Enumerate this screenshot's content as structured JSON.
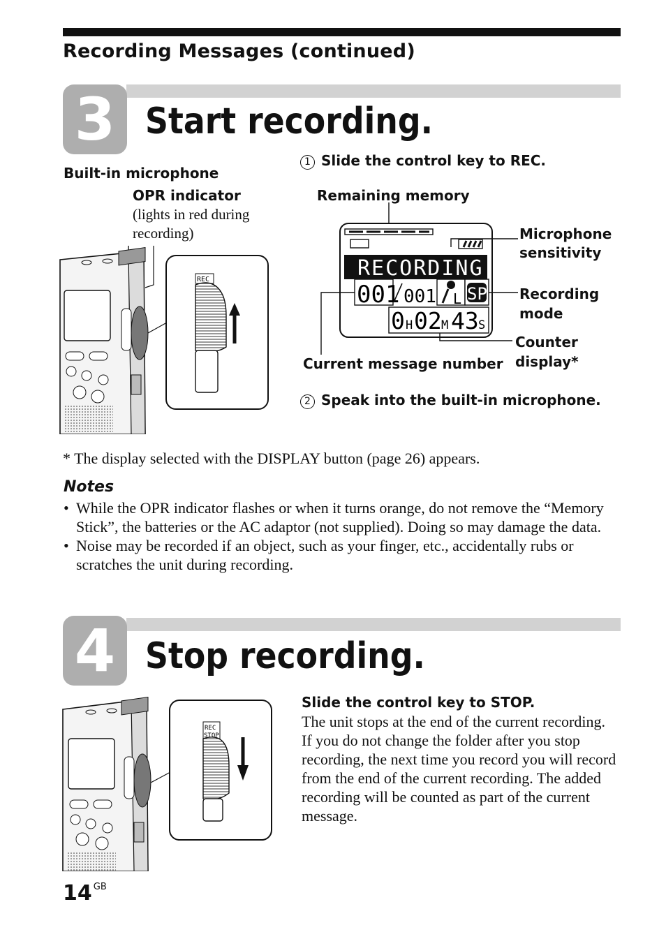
{
  "header": {
    "title": "Recording Messages (continued)"
  },
  "step3": {
    "number": "3",
    "heading": "Start recording.",
    "label_builtin_mic": "Built-in microphone",
    "label_opr": "OPR indicator",
    "label_opr_note": "(lights in red during recording)",
    "instruction1_num": "1",
    "instruction1": "Slide the control key to REC.",
    "switch_label": "REC",
    "label_remaining_memory": "Remaining memory",
    "label_mic_sensitivity": "Microphone sensitivity",
    "label_recording_mode": "Recording mode",
    "label_counter_display": "Counter display*",
    "label_current_message": "Current message number",
    "lcd": {
      "status": "RECORDING",
      "current_message": "001",
      "total_messages": "001",
      "mic_sensitivity": "L",
      "mode": "SP",
      "counter_h": "0",
      "counter_h_unit": "H",
      "counter_m": "02",
      "counter_m_unit": "M",
      "counter_s": "43",
      "counter_s_unit": "S"
    },
    "instruction2_num": "2",
    "instruction2": "Speak into the built-in microphone."
  },
  "footnote": "*  The display selected with the DISPLAY button (page 26) appears.",
  "notes": {
    "title": "Notes",
    "items": [
      "While the OPR indicator flashes or when it turns orange, do not remove the “Memory Stick”, the batteries or the AC adaptor (not supplied). Doing so may damage the data.",
      "Noise may be recorded if an object, such as your finger, etc., accidentally rubs or scratches the unit during recording."
    ]
  },
  "step4": {
    "number": "4",
    "heading": "Stop recording.",
    "switch_label_top": "REC",
    "switch_label_bottom": "STOP",
    "instruction": "Slide the control key to STOP.",
    "body": "The unit stops at the end of the current recording.\nIf you do not change the folder after you stop recording, the next time you record you will record from the end of the current recording. The added recording will be counted as part of the current message."
  },
  "footer": {
    "page_number": "14",
    "page_suffix": "GB"
  }
}
